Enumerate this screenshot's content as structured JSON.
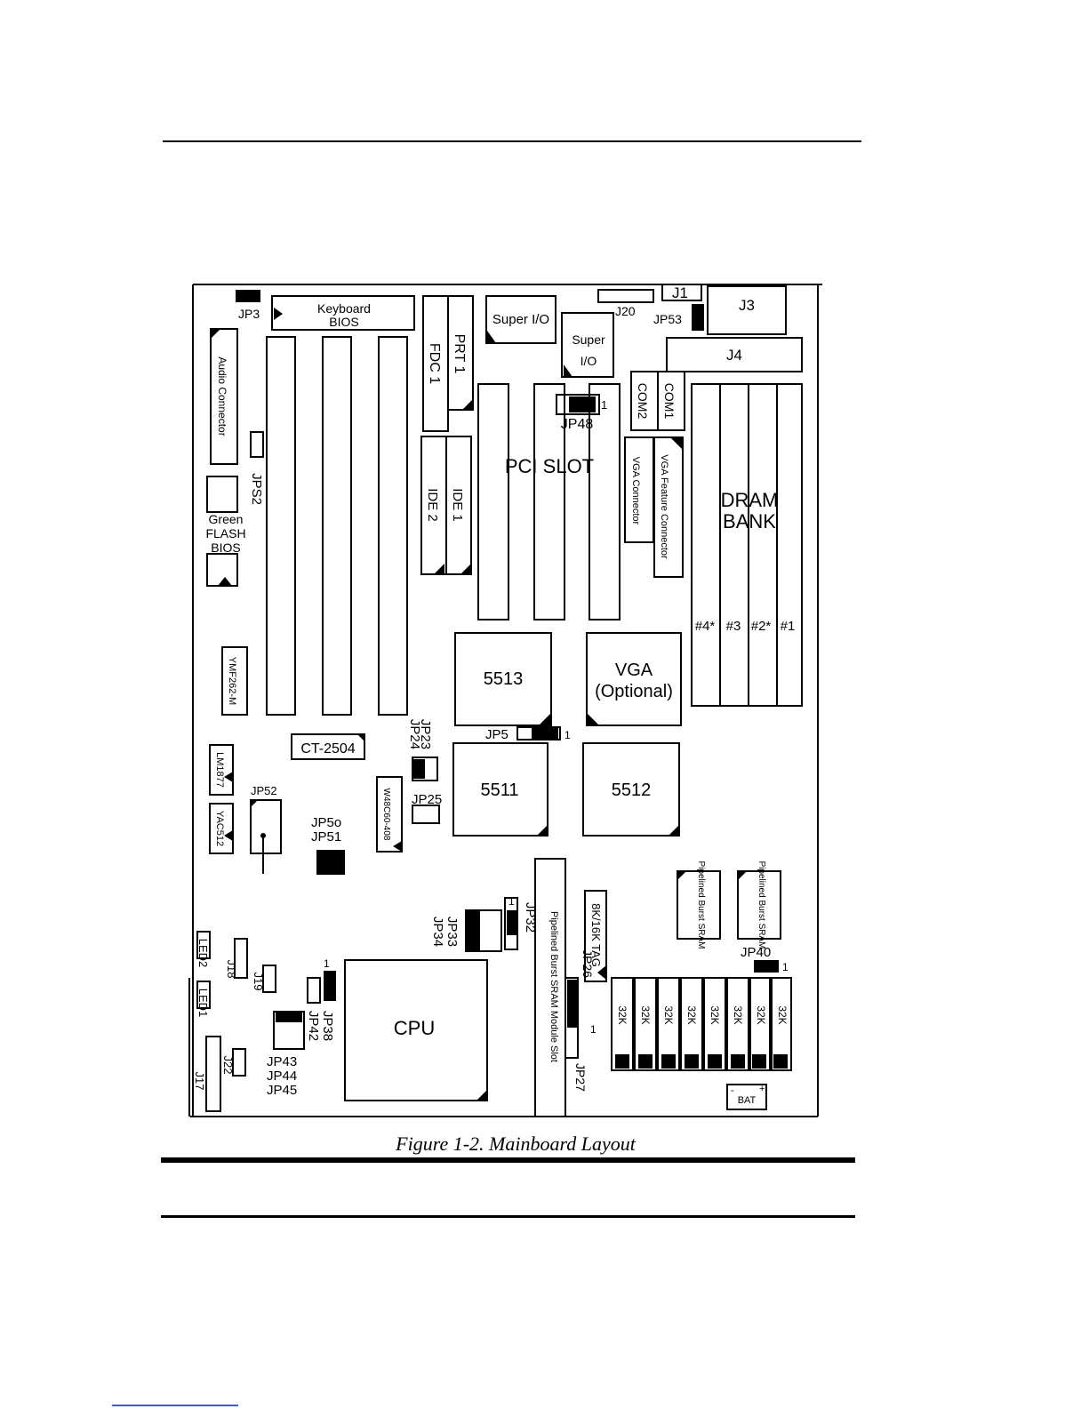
{
  "caption": "Figure 1-2. Mainboard Layout",
  "labels": {
    "jp3": "JP3",
    "keyboard_bios_1": "Keyboard",
    "keyboard_bios_2": "BIOS",
    "super_io_1": "Super I/O",
    "super_io_2a": "Super",
    "super_io_2b": "I/O",
    "j20": "J20",
    "j1": "J1",
    "j3": "J3",
    "jp53": "JP53",
    "j4": "J4",
    "fdc1": "FDC 1",
    "prt1": "PRT 1",
    "audio_connector": "Audio Connector",
    "jps2": "JPS2",
    "green": "Green",
    "flash": "FLASH",
    "bios": "BIOS",
    "ide2": "IDE 2",
    "ide1": "IDE 1",
    "pci_slot": "PCI SLOT",
    "jp48": "JP48",
    "pin1": "1",
    "com2": "COM2",
    "com1": "COM1",
    "vga_connector": "VGA Connector",
    "vga_feature_connector": "VGA Feature Connector",
    "dram": "DRAM",
    "bank": "BANK",
    "bank4": "#4*",
    "bank3": "#3",
    "bank2": "#2*",
    "bank1": "#1",
    "ymf262": "YMF262-M",
    "chip5513": "5513",
    "vga_1": "VGA",
    "vga_2": "(Optional)",
    "jp23": "JP23",
    "jp24": "JP24",
    "jp5": "JP5",
    "ct2504": "CT-2504",
    "lm1877": "LM1877",
    "jp52": "JP52",
    "yac512": "YAC512",
    "w48c60": "W48C60-408",
    "jp25": "JP25",
    "chip5511": "5511",
    "chip5512": "5512",
    "jp50": "JP5o",
    "jp51": "JP51",
    "pb_sram_1": "Pipelined Burst SRAM",
    "pb_sram_2": "Pipelined Burst SRAM",
    "tag": "8K/16K TAG",
    "module_slot": "Pipelined Burst SRAM Module Slot",
    "jp32": "JP32",
    "jp33": "JP33",
    "jp34": "JP34",
    "jp40": "JP40",
    "jp26": "JP26",
    "jp27": "JP27",
    "led2": "LED2",
    "j18": "J18",
    "j19": "J19",
    "led1": "LED1",
    "jp38": "JP38",
    "jp42": "JP42",
    "cpu": "CPU",
    "j17": "J17",
    "j22": "J22",
    "jp43": "JP43",
    "jp44": "JP44",
    "jp45": "JP45",
    "k32": "32K",
    "bat": "BAT",
    "minus": "-",
    "plus": "+"
  }
}
